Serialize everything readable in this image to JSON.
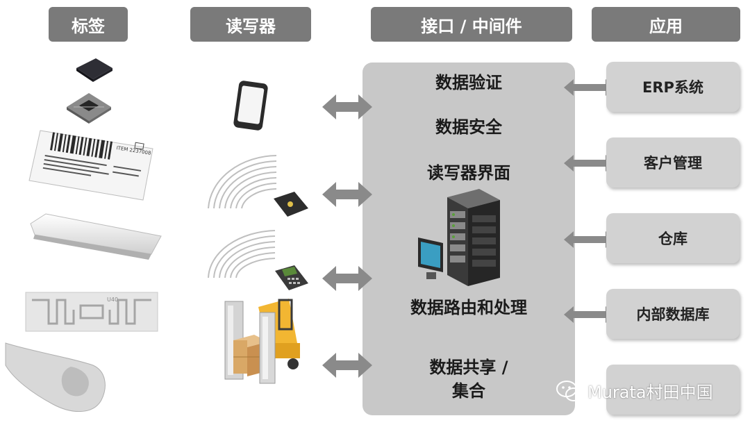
{
  "headers": {
    "tags": "标签",
    "readers": "读写器",
    "middleware": "接口 / 中间件",
    "applications": "应用"
  },
  "middleware_items": {
    "validation": "数据验证",
    "security": "数据安全",
    "reader_interface": "读写器界面",
    "routing": "数据路由和处理",
    "sharing_line1": "数据共享 /",
    "sharing_line2": "集合"
  },
  "applications": [
    "ERP系统",
    "客户管理",
    "仓库",
    "内部数据库",
    ""
  ],
  "label_text": {
    "item": "ITEM 2237008",
    "code": "U40"
  },
  "watermark": "Murata村田中国",
  "colors": {
    "header_bg": "#7a7a7a",
    "panel_bg": "#c8c8c8",
    "app_bg": "#d2d2d2",
    "arrow": "#8a8a8a"
  }
}
